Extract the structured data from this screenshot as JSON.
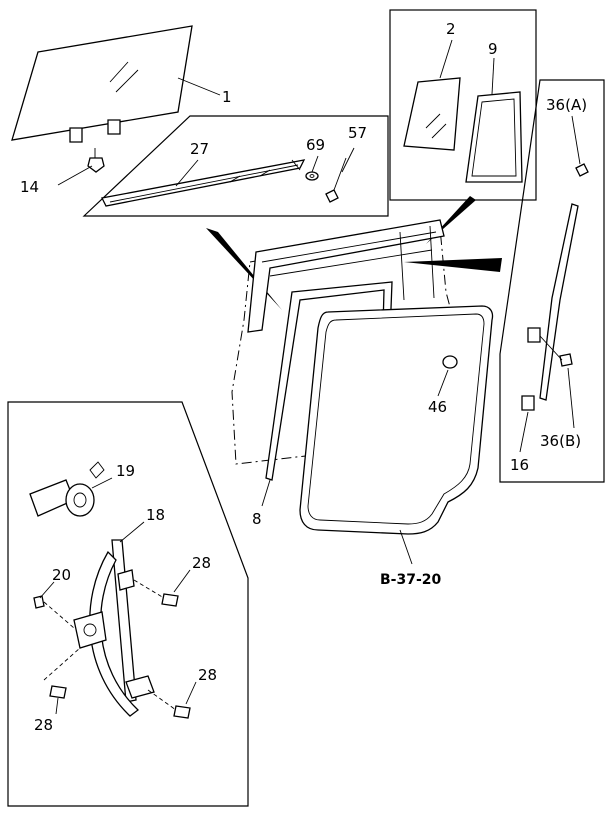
{
  "diagram": {
    "reference_code": "B-37-20",
    "callouts": {
      "c1": "1",
      "c2": "2",
      "c9": "9",
      "c14": "14",
      "c27": "27",
      "c69": "69",
      "c57": "57",
      "c36a": "36(A)",
      "c36b": "36(B)",
      "c16": "16",
      "c46": "46",
      "c8": "8",
      "c19": "19",
      "c18": "18",
      "c20": "20",
      "c28a": "28",
      "c28b": "28",
      "c28c": "28"
    }
  }
}
